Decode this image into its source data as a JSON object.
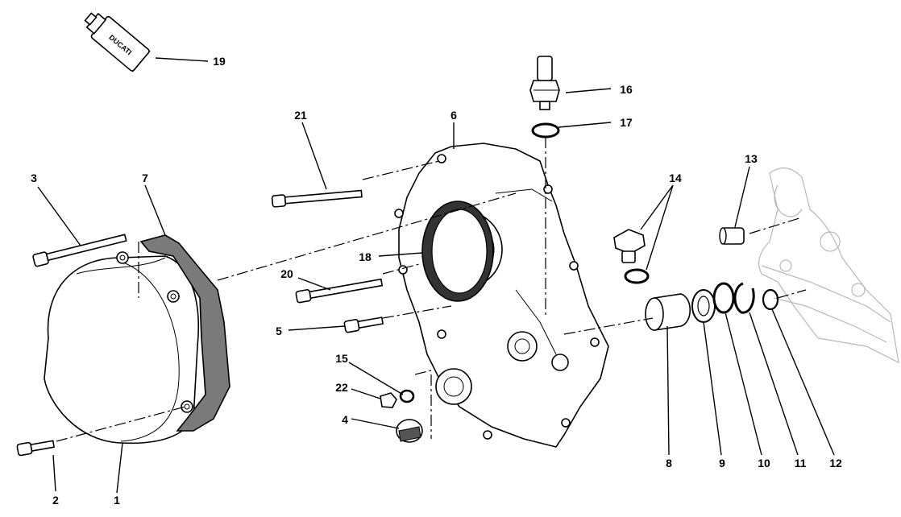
{
  "callouts": {
    "c1": "1",
    "c2": "2",
    "c3": "3",
    "c4": "4",
    "c5": "5",
    "c6": "6",
    "c7": "7",
    "c8": "8",
    "c9": "9",
    "c10": "10",
    "c11": "11",
    "c12": "12",
    "c13": "13",
    "c14": "14",
    "c15": "15",
    "c16": "16",
    "c17": "17",
    "c18": "18",
    "c19": "19",
    "c20": "20",
    "c21": "21",
    "c22": "22"
  },
  "tube_label": "DUCATI",
  "colors": {
    "line": "#000000",
    "gasket": "#7a7a7a",
    "background": "#ffffff",
    "ghost": "#b8b8b8"
  }
}
